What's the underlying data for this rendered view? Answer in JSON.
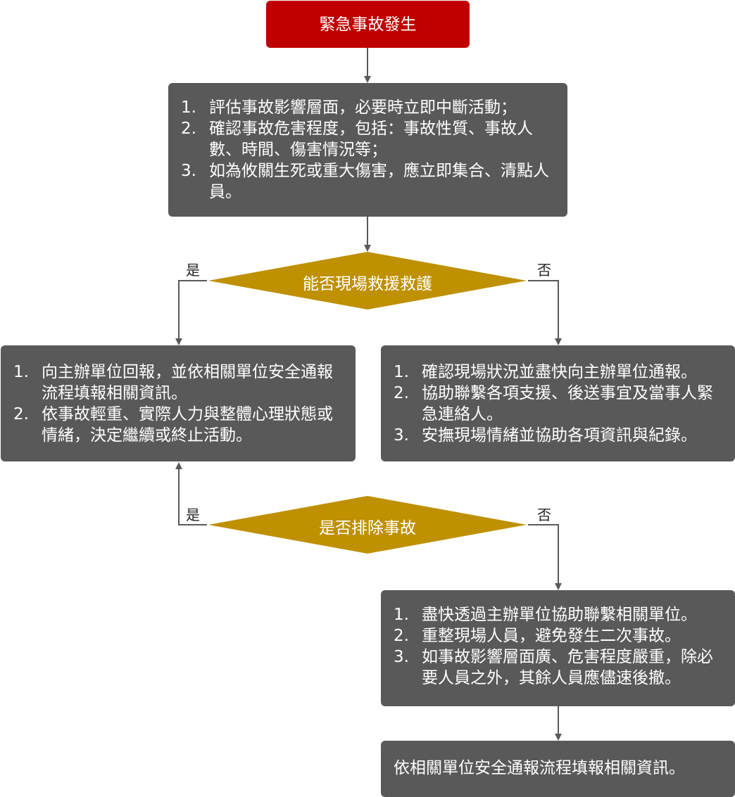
{
  "colors": {
    "start_fill": "#c00000",
    "box_fill": "#595959",
    "decision_fill": "#bf9000",
    "arrow": "#595959",
    "text_light": "#ffffff",
    "text_dark": "#222222"
  },
  "start": {
    "label": "緊急事故發生"
  },
  "assess": {
    "items": [
      {
        "num": "1.",
        "text": "評估事故影響層面，必要時立即中斷活動；"
      },
      {
        "num": "2.",
        "text": "確認事故危害程度，包括：事故性質、事故人數、時間、傷害情況等；"
      },
      {
        "num": "3.",
        "text": "如為攸關生死或重大傷害，應立即集合、清點人員。"
      }
    ]
  },
  "decision1": {
    "label": "能否現場救援救護",
    "yes": "是",
    "no": "否"
  },
  "onsite_box": {
    "items": [
      {
        "num": "1.",
        "text": "向主辦單位回報，並依相關單位安全通報流程填報相關資訊。"
      },
      {
        "num": "2.",
        "text": "依事故輕重、實際人力與整體心理狀態或情緒，決定繼續或終止活動。"
      }
    ]
  },
  "offsite_box": {
    "items": [
      {
        "num": "1.",
        "text": "確認現場狀況並盡快向主辦單位通報。"
      },
      {
        "num": "2.",
        "text": "協助聯繫各項支援、後送事宜及當事人緊急連絡人。"
      },
      {
        "num": "3.",
        "text": "安撫現場情緒並協助各項資訊與紀錄。"
      }
    ]
  },
  "decision2": {
    "label": "是否排除事故",
    "yes": "是",
    "no": "否"
  },
  "escalate_box": {
    "items": [
      {
        "num": "1.",
        "text": "盡快透過主辦單位協助聯繫相關單位。"
      },
      {
        "num": "2.",
        "text": "重整現場人員，避免發生二次事故。"
      },
      {
        "num": "3.",
        "text": "如事故影響層面廣、危害程度嚴重，除必要人員之外，其餘人員應儘速後撤。"
      }
    ]
  },
  "final_box": {
    "label": "依相關單位安全通報流程填報相關資訊。"
  }
}
